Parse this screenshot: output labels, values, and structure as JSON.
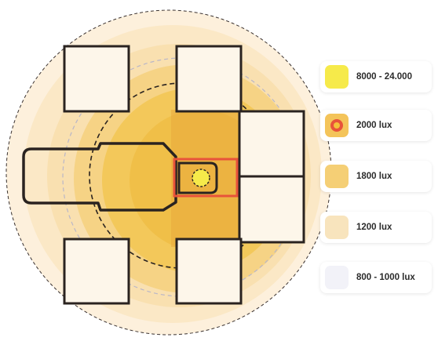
{
  "legend": {
    "items": [
      {
        "label": "8000 - 24.000",
        "color": "#f6ea4a"
      },
      {
        "label": "2000 lux",
        "color": "#f4c45a",
        "marker_color": "#e8533a"
      },
      {
        "label": "1800 lux",
        "color": "#f5cf75"
      },
      {
        "label": "1200 lux",
        "color": "#f8e4bd"
      },
      {
        "label": "800 - 1000 lux",
        "color": "#f2f2f8"
      }
    ]
  },
  "colors": {
    "zone_outer": "#fdf0dc",
    "zone_1200": "#f9e3bb",
    "zone_1800": "#f5d282",
    "zone_2000": "#f2c149",
    "zone_core": "#e9a93a",
    "spot": "#f6ea4a",
    "highlight": "#e8533a",
    "outline": "#2a2320"
  }
}
